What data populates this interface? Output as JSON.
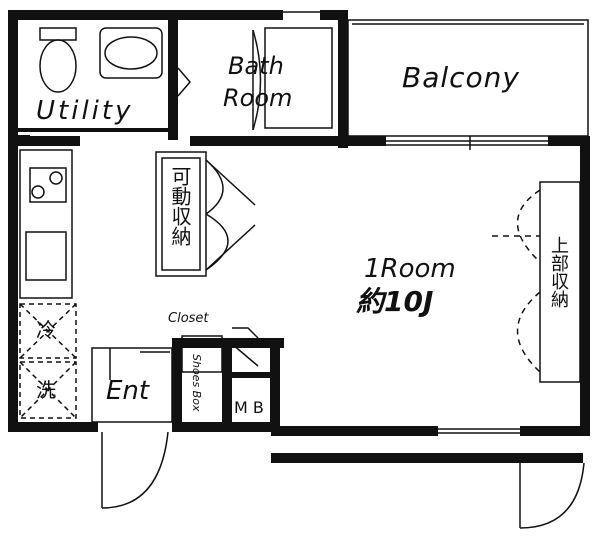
{
  "plan": {
    "rooms": {
      "utility": "Utility",
      "bath": "Bath",
      "bath_line2": "Room",
      "balcony": "Balcony",
      "main_room": "1Room",
      "main_room_size": "約10J",
      "entrance": "Ent",
      "closet": "Closet",
      "shoes_box": "Shoes Box",
      "meter_box": "M B"
    },
    "storage": {
      "movable": "可動収納",
      "upper": "上部収納"
    },
    "appliances": {
      "fridge": "冷",
      "washer": "洗"
    },
    "colors": {
      "wall": "#111111",
      "background": "#ffffff"
    }
  }
}
